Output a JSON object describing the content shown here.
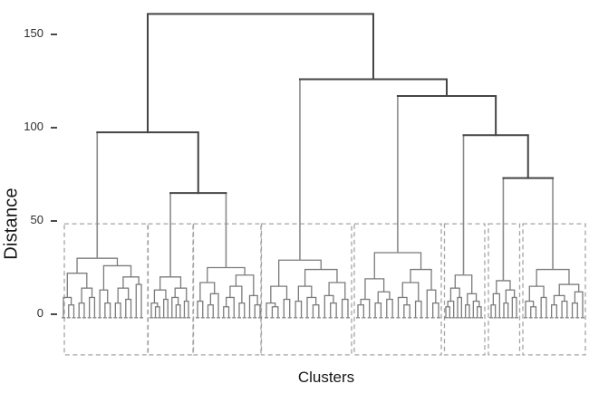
{
  "figure": {
    "xlabel": "Clusters",
    "ylabel": "Distance"
  },
  "chart_data": {
    "type": "dendrogram",
    "orientation": "root-top",
    "title": "",
    "xlabel": "Clusters",
    "ylabel": "Distance",
    "y_ticks": [
      0,
      50,
      100,
      150
    ],
    "ylim": [
      -22,
      168
    ],
    "grid": false,
    "legend": false,
    "root_height": 161,
    "linkage_tree": {
      "h": 161,
      "l": {
        "h": 97.5,
        "l": "c1",
        "r": {
          "h": 65,
          "l": "c2",
          "r": "c3"
        }
      },
      "r": {
        "h": 126,
        "l": "c4",
        "r": {
          "h": 117,
          "l": "c5",
          "r": {
            "h": 96,
            "l": "c6",
            "r": {
              "h": 73,
              "l": "c7",
              "r": "c8"
            }
          }
        }
      }
    },
    "clusters": [
      {
        "id": "c1",
        "x_range": [
          68,
          158
        ],
        "apex_height": 30,
        "leaf_count": 16,
        "tree": [
          30,
          [
            22,
            [
              9,
              0,
              [
                5,
                0,
                0
              ]
            ],
            [
              14,
              [
                6,
                0,
                0
              ],
              [
                9,
                0,
                0
              ]
            ]
          ],
          [
            26,
            [
              13,
              0,
              [
                6,
                0,
                0
              ]
            ],
            [
              20,
              [
                14,
                [
                  6,
                  0,
                  0
                ],
                [
                  8,
                  0,
                  0
                ]
              ],
              [
                16,
                0,
                0
              ]
            ]
          ]
        ]
      },
      {
        "id": "c2",
        "x_range": [
          165,
          210
        ],
        "apex_height": 20,
        "leaf_count": 10,
        "tree": [
          20,
          [
            13,
            [
              6,
              0,
              [
                4,
                0,
                0
              ]
            ],
            [
              8,
              0,
              0
            ]
          ],
          [
            14,
            [
              9,
              0,
              [
                5,
                0,
                0
              ]
            ],
            [
              7,
              0,
              0
            ]
          ]
        ]
      },
      {
        "id": "c3",
        "x_range": [
          216,
          289
        ],
        "apex_height": 25,
        "leaf_count": 13,
        "tree": [
          25,
          [
            17,
            [
              7,
              0,
              0
            ],
            [
              11,
              [
                5,
                0,
                0
              ],
              0
            ]
          ],
          [
            21,
            [
              15,
              [
                9,
                [
                  4,
                  0,
                  0
                ],
                0
              ],
              [
                6,
                0,
                0
              ]
            ],
            [
              10,
              0,
              [
                5,
                0,
                0
              ]
            ]
          ]
        ]
      },
      {
        "id": "c4",
        "x_range": [
          292,
          386
        ],
        "apex_height": 29,
        "leaf_count": 15,
        "tree": [
          29,
          [
            15,
            [
              6,
              0,
              [
                4,
                0,
                0
              ]
            ],
            [
              8,
              0,
              0
            ]
          ],
          [
            24,
            [
              15,
              [
                7,
                0,
                0
              ],
              [
                9,
                0,
                [
                  5,
                  0,
                  0
                ]
              ]
            ],
            [
              17,
              [
                10,
                0,
                [
                  6,
                  0,
                  0
                ]
              ],
              [
                8,
                0,
                0
              ]
            ]
          ]
        ]
      },
      {
        "id": "c5",
        "x_range": [
          393,
          486
        ],
        "apex_height": 33,
        "leaf_count": 15,
        "tree": [
          33,
          [
            19,
            [
              8,
              [
                5,
                0,
                0
              ],
              0
            ],
            [
              12,
              [
                6,
                0,
                0
              ],
              [
                8,
                0,
                0
              ]
            ]
          ],
          [
            24,
            [
              17,
              [
                9,
                0,
                [
                  5,
                  0,
                  0
                ]
              ],
              [
                7,
                0,
                0
              ]
            ],
            [
              13,
              0,
              [
                6,
                0,
                0
              ]
            ]
          ]
        ]
      },
      {
        "id": "c6",
        "x_range": [
          490,
          533
        ],
        "apex_height": 21,
        "leaf_count": 10,
        "tree": [
          21,
          [
            14,
            [
              7,
              [
                4,
                0,
                0
              ],
              0
            ],
            [
              9,
              0,
              0
            ]
          ],
          [
            11,
            [
              5,
              0,
              0
            ],
            [
              7,
              0,
              [
                4,
                0,
                0
              ]
            ]
          ]
        ]
      },
      {
        "id": "c7",
        "x_range": [
          540,
          572
        ],
        "apex_height": 18,
        "leaf_count": 7,
        "tree": [
          18,
          [
            11,
            [
              5,
              0,
              0
            ],
            0
          ],
          [
            13,
            [
              6,
              0,
              0
            ],
            [
              9,
              0,
              0
            ]
          ]
        ]
      },
      {
        "id": "c8",
        "x_range": [
          578,
          645
        ],
        "apex_height": 24,
        "leaf_count": 12,
        "tree": [
          24,
          [
            15,
            [
              7,
              0,
              [
                4,
                0,
                0
              ]
            ],
            [
              9,
              0,
              0
            ]
          ],
          [
            16,
            [
              10,
              [
                5,
                0,
                0
              ],
              [
                7,
                0,
                0
              ]
            ],
            [
              12,
              [
                6,
                0,
                0
              ],
              0
            ]
          ]
        ]
      }
    ],
    "cut_boxes": {
      "style": "dashed",
      "top_height": 48.5,
      "bottom_height": -21.8,
      "x_ranges": [
        [
          71,
          163
        ],
        [
          163.5,
          213
        ],
        [
          213.5,
          288
        ],
        [
          288.5,
          388
        ],
        [
          391,
          487
        ],
        [
          490.5,
          535
        ],
        [
          539,
          573.5
        ],
        [
          577,
          646
        ]
      ]
    },
    "colors": {
      "skeleton": "#454545",
      "stems": "#8a8a8a",
      "branches": "#7b7b7b",
      "boxes": "#a4a4a4",
      "text": "#161616",
      "background": "#ffffff"
    }
  }
}
